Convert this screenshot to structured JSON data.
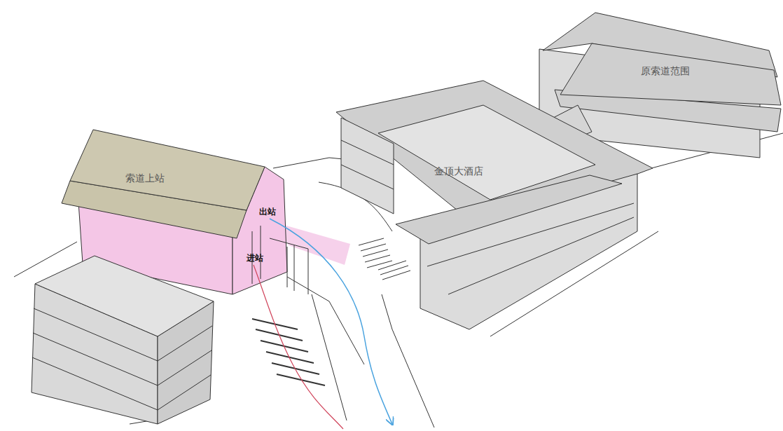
{
  "diagram": {
    "nodes": [
      {
        "text": [
          "索道上站"
        ]
      },
      {
        "text": [
          "金顶大酒店"
        ]
      },
      {
        "text": [
          "原索道范围"
        ]
      }
    ],
    "labels": [
      "出站",
      "进站"
    ]
  }
}
